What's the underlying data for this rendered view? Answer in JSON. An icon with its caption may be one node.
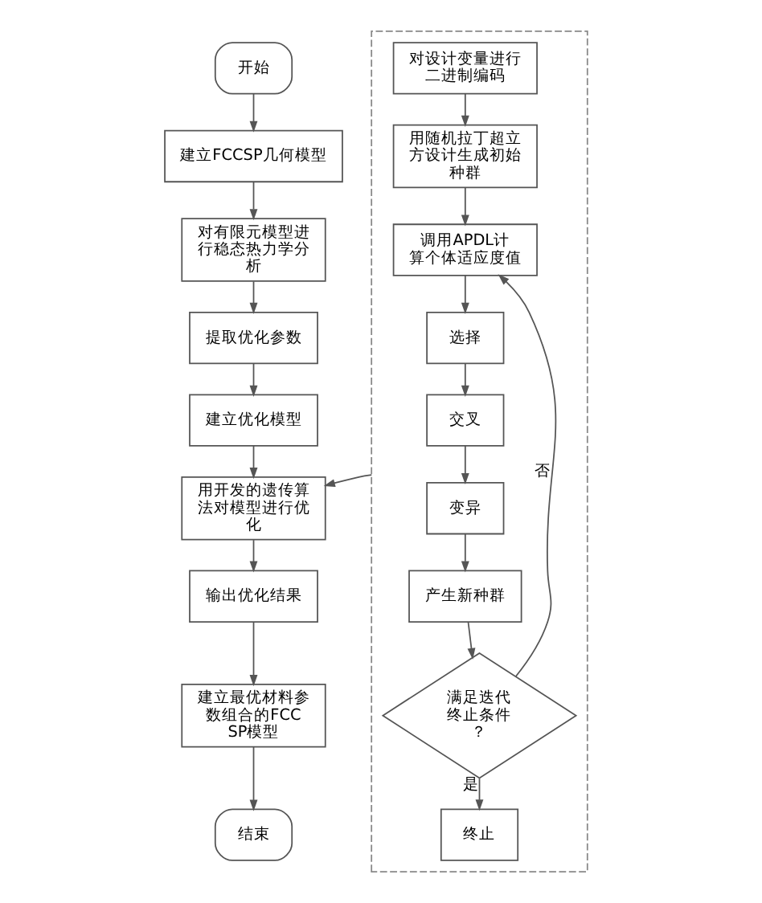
{
  "diagram": {
    "nodes": [
      {
        "text": [
          "开始"
        ]
      },
      {
        "text": [
          "建立FCCSP几何模型"
        ]
      },
      {
        "text": [
          "对有限元模型进行稳态热力学分析"
        ]
      },
      {
        "text": [
          "提取优化参数"
        ]
      },
      {
        "text": [
          "建立优化模型"
        ]
      },
      {
        "text": [
          "用开发的遗传算法对模型进行优化"
        ]
      },
      {
        "text": [
          "输出优化结果"
        ]
      },
      {
        "text": [
          "建立最优材料参数组合的FCCSP模型"
        ]
      },
      {
        "text": [
          "结束"
        ]
      },
      {
        "text": [],
        "shape": "box"
      },
      {
        "text": [
          "对设计变量进行二进制编码"
        ],
        "in": 9
      },
      {
        "text": [
          "用随机拉丁超立方设计生成初始种群"
        ],
        "in": 9
      },
      {
        "text": [
          "调用APDL计算个体适应度值"
        ],
        "in": 9
      },
      {
        "text": [
          "选择"
        ],
        "in": 9
      },
      {
        "text": [
          "交叉"
        ],
        "in": 9
      },
      {
        "text": [
          "变异"
        ],
        "in": 9
      },
      {
        "text": [
          "产生新种群"
        ],
        "in": 9
      },
      {
        "text": [
          "满足迭代终止条件？"
        ],
        "in": 9
      },
      {
        "text": [
          "终止"
        ],
        "in": 9
      }
    ],
    "edges": [
      {
        "from": 0,
        "to": 1,
        "arrow": "to"
      },
      {
        "from": 1,
        "to": 2,
        "arrow": "to"
      },
      {
        "from": 2,
        "to": 3,
        "arrow": "to"
      },
      {
        "from": 3,
        "to": 4,
        "arrow": "to"
      },
      {
        "from": 4,
        "to": 5,
        "arrow": "to"
      },
      {
        "from": 5,
        "to": 6,
        "arrow": "to"
      },
      {
        "from": 6,
        "to": 7,
        "arrow": "to"
      },
      {
        "from": 7,
        "to": 8,
        "arrow": "to"
      },
      {
        "from": 9,
        "to": 5,
        "arrow": "to"
      },
      {
        "from": 10,
        "to": 11,
        "arrow": "to"
      },
      {
        "from": 11,
        "to": 12,
        "arrow": "to"
      },
      {
        "from": 12,
        "to": 13,
        "arrow": "to"
      },
      {
        "from": 13,
        "to": 14,
        "arrow": "to"
      },
      {
        "from": 14,
        "to": 15,
        "arrow": "to"
      },
      {
        "from": 15,
        "to": 16,
        "arrow": "to"
      },
      {
        "from": 16,
        "to": 17,
        "arrow": "to"
      },
      {
        "from": 17,
        "to": 12,
        "label": "否",
        "arrow": "to"
      },
      {
        "from": 17,
        "to": 18,
        "label": "是",
        "arrow": "to"
      }
    ]
  }
}
